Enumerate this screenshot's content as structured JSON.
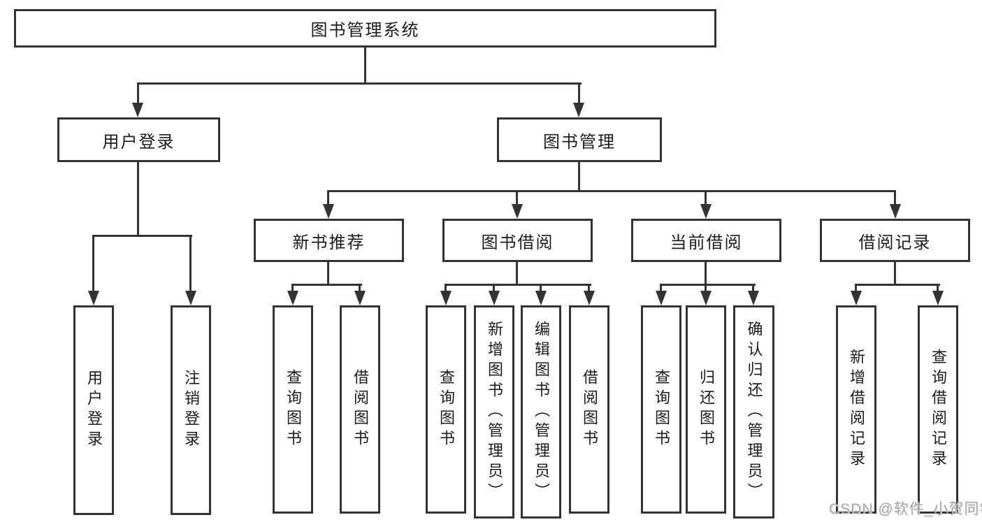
{
  "diagram": {
    "title": "图书管理系统",
    "branches": [
      {
        "label": "用户登录",
        "leaves": [
          "用户登录",
          "注销登录"
        ]
      },
      {
        "label": "图书管理",
        "sections": [
          {
            "label": "新书推荐",
            "leaves": [
              "查询图书",
              "借阅图书"
            ]
          },
          {
            "label": "图书借阅",
            "leaves": [
              "查询图书",
              "新增图书（管理员）",
              "编辑图书（管理员）",
              "借阅图书"
            ]
          },
          {
            "label": "当前借阅",
            "leaves": [
              "查询图书",
              "归还图书",
              "确认归还（管理员）"
            ]
          },
          {
            "label": "借阅记录",
            "leaves": [
              "新增借阅记录",
              "查询借阅记录"
            ]
          }
        ]
      }
    ]
  },
  "watermark": "CSDN @软件_小贺同学",
  "colors": {
    "line": "#333333",
    "text": "#1c1c1c",
    "watermark": "#a8a8a8",
    "background": "#ffffff"
  }
}
